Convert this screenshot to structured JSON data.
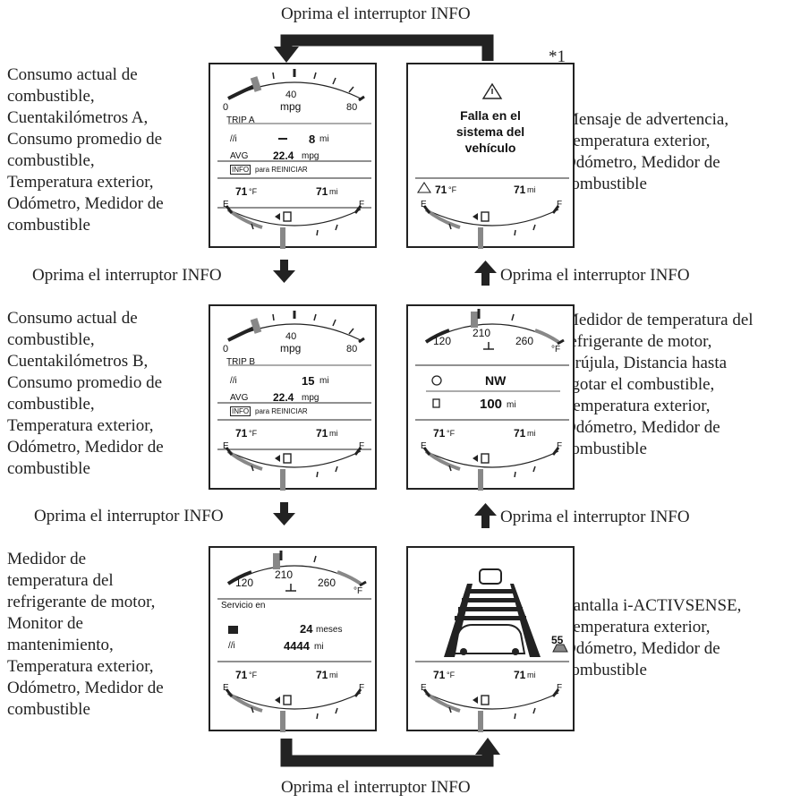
{
  "press_info": "Oprima el interruptor INFO",
  "footnote": "*1",
  "descriptions": {
    "p1": [
      "Consumo actual de",
      "combustible,",
      "Cuentakilómetros A,",
      "Consumo promedio de",
      "combustible,",
      "Temperatura exterior,",
      "Odómetro, Medidor de",
      "combustible"
    ],
    "p2": [
      "Consumo actual de",
      "combustible,",
      "Cuentakilómetros B,",
      "Consumo promedio de",
      "combustible,",
      "Temperatura exterior,",
      "Odómetro, Medidor de",
      "combustible"
    ],
    "p3": [
      "Medidor de",
      "temperatura del",
      "refrigerante de motor,",
      "Monitor de",
      "mantenimiento,",
      "Temperatura exterior,",
      "Odómetro, Medidor de",
      "combustible"
    ],
    "p4": [
      "Mensaje de advertencia,",
      "Temperatura exterior,",
      "Odómetro, Medidor de",
      "combustible"
    ],
    "p5": [
      "Medidor de temperatura del",
      "refrigerante de motor,",
      "Brújula, Distancia hasta",
      "agotar el combustible,",
      "Temperatura exterior,",
      "Odómetro, Medidor de",
      "combustible"
    ],
    "p6": [
      "Pantalla i-ACTIVSENSE,",
      "Temperatura exterior,",
      "Odómetro, Medidor de",
      "combustible"
    ]
  },
  "fuel_gauge": {
    "e": "E",
    "f": "F",
    "temp": "71",
    "temp_unit": "°F",
    "odo": "71",
    "odo_unit": "mi"
  },
  "mpg_gauge": {
    "min": "0",
    "mid": "40",
    "max": "80",
    "unit": "mpg"
  },
  "coolant_gauge": {
    "min": "120",
    "mid": "210",
    "max": "260",
    "unit": "°F"
  },
  "panel1": {
    "trip": "TRIP A",
    "trip_val": "8",
    "trip_unit": "mi",
    "avg_label": "AVG",
    "avg_val": "22.4",
    "avg_unit": "mpg",
    "info": "INFO",
    "reset": "para REINICIAR"
  },
  "panel2": {
    "trip": "TRIP B",
    "trip_val": "15",
    "trip_unit": "mi",
    "avg_label": "AVG",
    "avg_val": "22.4",
    "avg_unit": "mpg",
    "info": "INFO",
    "reset": "para REINICIAR"
  },
  "panel3": {
    "service": "Servicio en",
    "months_val": "24",
    "months_unit": "meses",
    "dist_val": "4444",
    "dist_unit": "mi"
  },
  "panel4": {
    "msg1": "Falla en el",
    "msg2": "sistema del",
    "msg3": "vehículo"
  },
  "panel5": {
    "compass": "NW",
    "range_val": "100",
    "range_unit": "mi"
  },
  "panel6": {
    "speed": "55"
  },
  "colors": {
    "line": "#222222",
    "gauge_fill": "#888888",
    "panel_border": "#222222"
  }
}
